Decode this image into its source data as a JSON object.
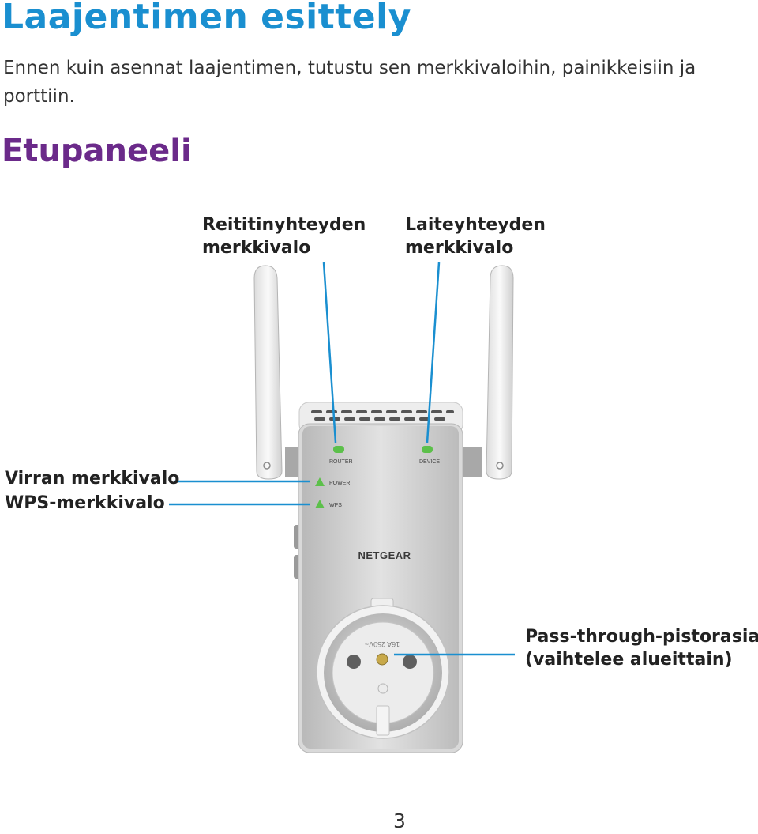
{
  "title": "Laajentimen esittely",
  "intro": "Ennen kuin asennat laajentimen, tutustu sen merkkivaloihin, painikkeisiin ja porttiin.",
  "section": "Etupaneeli",
  "callouts": {
    "router": [
      "Reititinyhteyden",
      "merkkivalo"
    ],
    "device": [
      "Laiteyhteyden",
      "merkkivalo"
    ],
    "power": "Virran merkkivalo",
    "wps": "WPS-merkkivalo",
    "socket": [
      "Pass-through-pistorasia",
      "(vaihtelee alueittain)"
    ]
  },
  "device_labels": {
    "router": "ROUTER",
    "device": "DEVICE",
    "power": "POWER",
    "wps": "WPS",
    "brand": "NETGEAR",
    "rating": "16A 250V~"
  },
  "colors": {
    "title": "#1a8fd0",
    "section": "#6b2a8a",
    "callout_line": "#1a8fd0",
    "led": "#5cc04a"
  },
  "page_number": "3"
}
